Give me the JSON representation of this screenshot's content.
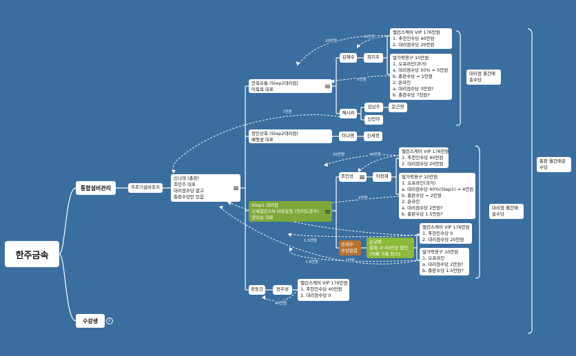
{
  "root": {
    "label": "한주금속"
  },
  "branches": {
    "integrated": "통합설비관리",
    "students": "수강생",
    "students_badge": "2"
  },
  "founder": {
    "label": "주조기설비조치"
  },
  "center": {
    "lines": [
      "신나래 (총판)",
      "조민주 대표",
      "대리점수당 없고",
      "총판수당만 있음"
    ]
  },
  "agencies": {
    "a1": {
      "lines": [
        "안목유통 (Step2대리점)",
        "이독복 대표"
      ]
    },
    "a2": {
      "lines": [
        "정인상회 (Step2대리점)",
        "배형권 대표"
      ]
    },
    "a3": {
      "lines": [
        "Step1 대리점",
        "신세얼런스N 바른운동 (천리도공주)",
        "양미순 대표"
      ]
    },
    "a4": {
      "label": "장동건"
    }
  },
  "people": {
    "kim": "김혜수",
    "choi": "최지우",
    "chae": "채시라",
    "kimnam": "김남주",
    "shin": "신민아",
    "moon": "문근영",
    "lee": "이나영",
    "shinse": "신세경",
    "jo": "조인성",
    "leejung": "이정재",
    "son": [
      "손태수",
      "수당없음"
    ],
    "jung": "정우성"
  },
  "notes": {
    "sub_son": [
      "손규범",
      "결제 시 40만원 할인",
      "(아빠 가족 찬스)"
    ],
    "n1": [
      "밸런스케어 VIP 176만원",
      "1. 추천인수당 40만원",
      "2. 대리점수당 20만원"
    ],
    "n2": [
      "발가락용구 10만원",
      "1. 오프라인(과거)",
      "  a. 대리점수당 50% = 5만원",
      "  b. 총판수당 = 1만원",
      "2. 온라인",
      "  a. 대리점수당 3만원?",
      "  b. 총판수당 7천원?"
    ],
    "n3": [
      "밸런스케어 VIP 176만원",
      "1. 추천인수당 40만원",
      "2. 대리점수당 20만원"
    ],
    "n4": [
      "발가락용구 10만원",
      "1. 오프라인(과거)",
      "  a. 대리점수당 40%(Step1) = 4만원",
      "  b. 총판수당 = 2만원",
      "2. 온라인",
      "  a. 대리점수당 2만원?",
      "  b. 총판수당 1.5만원?"
    ],
    "n5": [
      "밸런스케어 VIP 176만원",
      "1. 추천인수당 0",
      "2. 대리점수당 20만원"
    ],
    "n6": [
      "발가락용구 10만원",
      "1. 오프라인",
      "  a. 대리점수당 2만원?",
      "  b. 총판수당 1.5만원?"
    ],
    "n7": [
      "밸런스케어 VIP 176만원",
      "1. 추천인수당 40만원",
      "2. 대리점수당 0"
    ]
  },
  "bracket_labels": {
    "b1": [
      "대리점",
      "월간매출수당"
    ],
    "b2": [
      "대리점",
      "월간매출수당"
    ],
    "b3": [
      "총판",
      "월간매출수당"
    ]
  },
  "edge_labels": {
    "e1": "20만원",
    "e2": "40만원",
    "e3": "5만원",
    "e4": "7천원",
    "e5": "20만원",
    "e6": "40만원",
    "e7": "2만원",
    "e8": "1.5만원",
    "e9": "2만원",
    "e10": "1.5만원",
    "e11": "40만원"
  },
  "colors": {
    "background": "#3a6e9e",
    "line": "#ffffff",
    "green": "#7fa83a",
    "brown": "#b8732e"
  }
}
